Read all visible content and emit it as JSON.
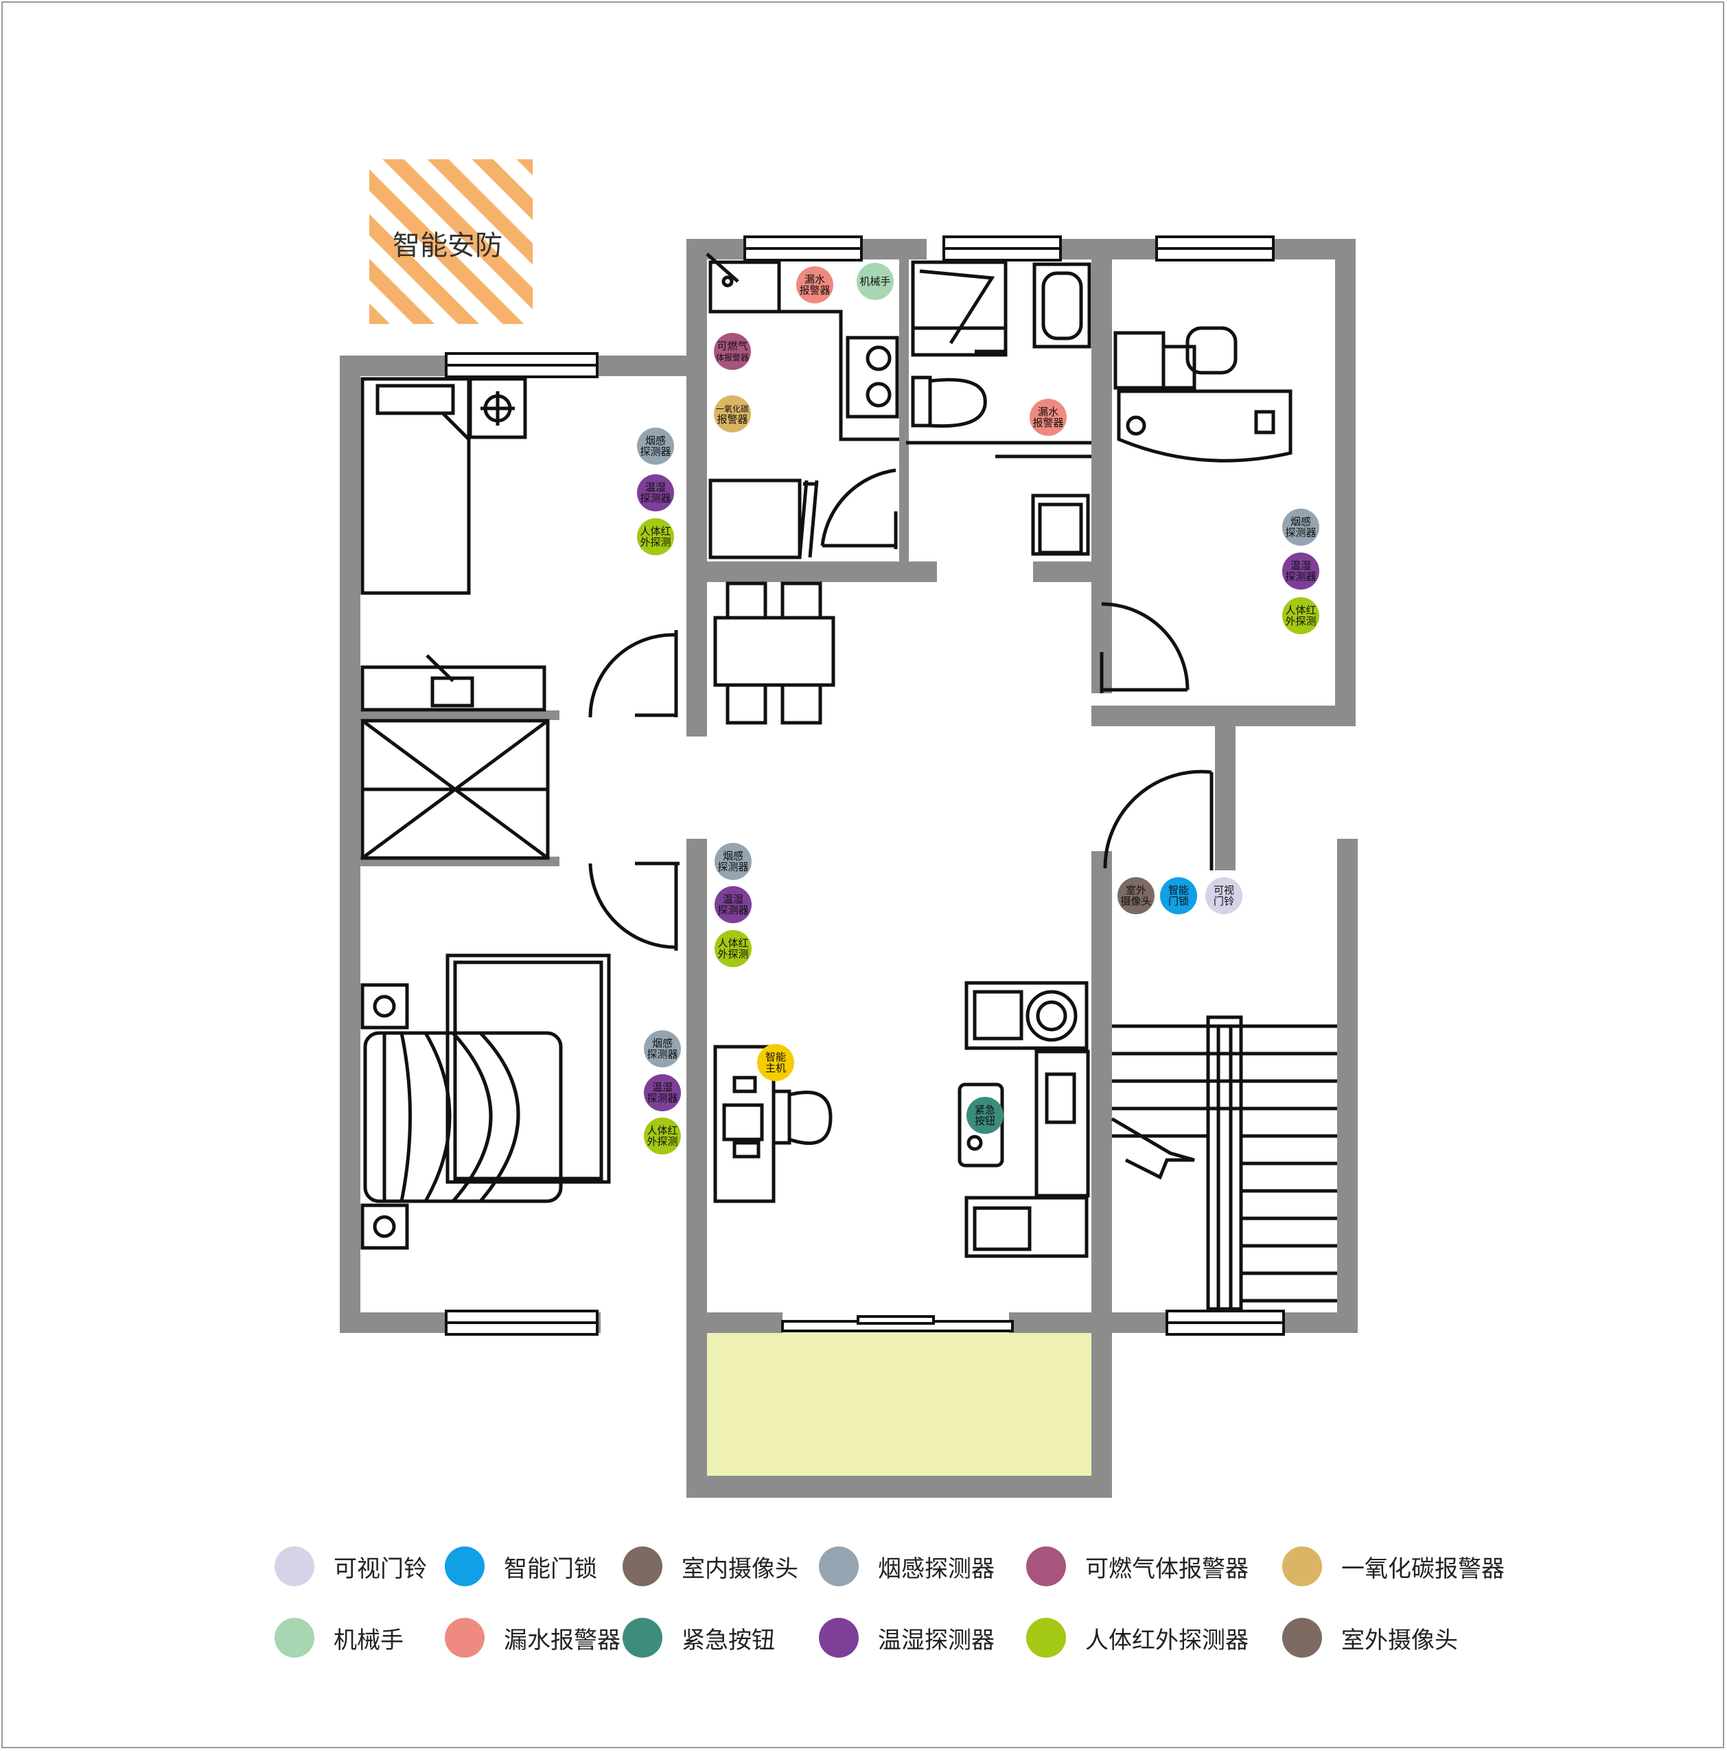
{
  "title": "智能安防",
  "colors": {
    "wall": "#8c8c8c",
    "balcony": "#eff1b4",
    "hatch": "#f6b26b",
    "line": "#111111"
  },
  "devices": {
    "video_doorbell": {
      "label": "可视门铃",
      "color": "#d7d2e8"
    },
    "smart_lock": {
      "label": "智能门锁",
      "color": "#0fa0e6"
    },
    "indoor_camera": {
      "label": "室内摄像头",
      "color": "#7d6a62"
    },
    "smoke": {
      "label": "烟感探测器",
      "color": "#94a5b1"
    },
    "gas": {
      "label": "可燃气体报警器",
      "color": "#a8557e"
    },
    "co": {
      "label": "一氧化碳报警器",
      "color": "#dbb563"
    },
    "manipulator": {
      "label": "机械手",
      "color": "#a7d6b2"
    },
    "leak": {
      "label": "漏水报警器",
      "color": "#ef8a80"
    },
    "emergency": {
      "label": "紧急按钮",
      "color": "#3c8c7c"
    },
    "temp_humidity": {
      "label": "温湿探测器",
      "color": "#7d3f98"
    },
    "pir": {
      "label": "人体红外探测器",
      "color": "#a3c914"
    },
    "outdoor_camera": {
      "label": "室外摄像头",
      "color": "#7d6a62"
    }
  },
  "markers": [
    {
      "device": "leak",
      "lines": [
        "漏水",
        "报警器"
      ]
    },
    {
      "device": "manipulator",
      "lines": [
        "机械手"
      ]
    },
    {
      "device": "gas",
      "lines": [
        "可燃气",
        "体报警器"
      ]
    },
    {
      "device": "co",
      "lines": [
        "一氧化碳",
        "报警器"
      ]
    },
    {
      "device": "leak",
      "lines": [
        "漏水",
        "报警器"
      ]
    },
    {
      "device": "smoke",
      "lines": [
        "烟感",
        "探测器"
      ]
    },
    {
      "device": "temp_humidity",
      "lines": [
        "温湿",
        "探测器"
      ]
    },
    {
      "device": "pir",
      "lines": [
        "人体红",
        "外探测"
      ]
    },
    {
      "device": "smoke",
      "lines": [
        "烟感",
        "探测器"
      ]
    },
    {
      "device": "temp_humidity",
      "lines": [
        "温湿",
        "探测器"
      ]
    },
    {
      "device": "pir",
      "lines": [
        "人体红",
        "外探测"
      ]
    },
    {
      "device": "smoke",
      "lines": [
        "烟感",
        "探测器"
      ]
    },
    {
      "device": "temp_humidity",
      "lines": [
        "温湿",
        "探测器"
      ]
    },
    {
      "device": "pir",
      "lines": [
        "人体红",
        "外探测"
      ]
    },
    {
      "device": "smoke",
      "lines": [
        "烟感",
        "探测器"
      ]
    },
    {
      "device": "temp_humidity",
      "lines": [
        "温湿",
        "探测器"
      ]
    },
    {
      "device": "pir",
      "lines": [
        "人体红",
        "外探测"
      ]
    },
    {
      "device": "outdoor_camera",
      "lines": [
        "室外",
        "摄像头"
      ]
    },
    {
      "device": "smart_lock",
      "lines": [
        "智能",
        "门锁"
      ]
    },
    {
      "device": "video_doorbell",
      "lines": [
        "可视",
        "门铃"
      ]
    },
    {
      "device": "co",
      "lines": [
        "智能",
        "主机"
      ],
      "color": "#f5cc00"
    },
    {
      "device": "emergency",
      "lines": [
        "紧急",
        "按钮"
      ]
    }
  ],
  "legend": [
    "video_doorbell",
    "smart_lock",
    "indoor_camera",
    "smoke",
    "gas",
    "co",
    "manipulator",
    "leak",
    "emergency",
    "temp_humidity",
    "pir",
    "outdoor_camera"
  ]
}
